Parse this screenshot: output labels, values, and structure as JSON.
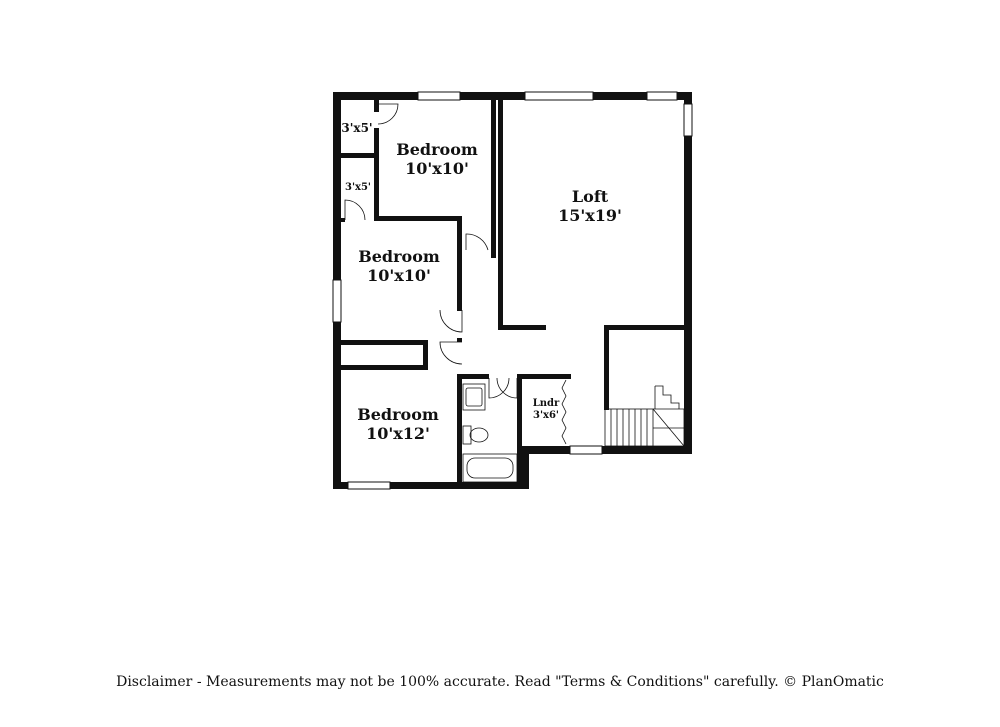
{
  "rooms": {
    "bedroom_top": {
      "name": "Bedroom",
      "dims": "10'x10'"
    },
    "bedroom_mid": {
      "name": "Bedroom",
      "dims": "10'x10'"
    },
    "bedroom_bottom": {
      "name": "Bedroom",
      "dims": "10'x12'"
    },
    "loft": {
      "name": "Loft",
      "dims": "15'x19'"
    },
    "closet_top": {
      "dims": "3'x5'"
    },
    "closet_mid": {
      "dims": "3'x5'"
    },
    "laundry": {
      "name": "Lndr",
      "dims": "3'x6'"
    }
  },
  "disclaimer": "Disclaimer - Measurements may not be 100% accurate. Read \"Terms & Conditions\" carefully. © PlanOmatic"
}
